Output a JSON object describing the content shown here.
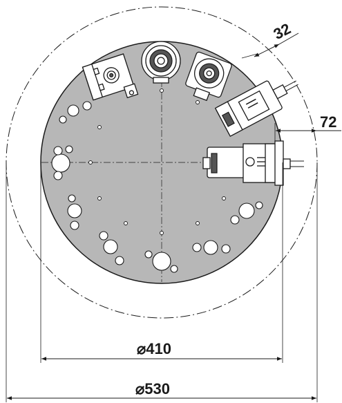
{
  "dimensions": {
    "outer_diameter": {
      "symbol": "⌀",
      "value": "530"
    },
    "inner_diameter": {
      "symbol": "⌀",
      "value": "410"
    },
    "radial_offset": "72",
    "tool_offset": "32"
  },
  "colors": {
    "turret_fill": "#b7b7b7",
    "line": "#1a1a1a",
    "tool_dark": "#555555",
    "background": "#ffffff"
  },
  "components": {
    "turret_disk": "turret-disk",
    "tool_holders": [
      "angled-holder-top-left",
      "spindle-unit-top",
      "spindle-unit-top-right",
      "angled-holder-right",
      "horizontal-holder-right"
    ]
  }
}
